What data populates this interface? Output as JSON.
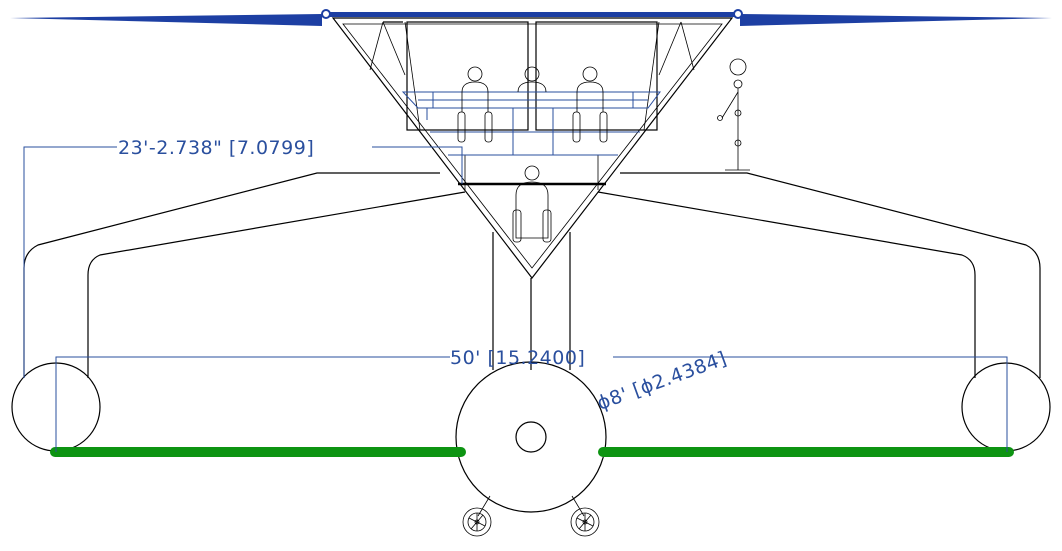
{
  "dimensions": {
    "height_label": "23'-2.738\" [7.0799]",
    "span_label": "50' [15.2400]",
    "diameter_label": "ϕ8' [ϕ2.4384]"
  },
  "colors": {
    "dimension": "#2a4f9e",
    "wing": "#1d3fa3",
    "rail": "#0d9412",
    "line": "#000000"
  }
}
